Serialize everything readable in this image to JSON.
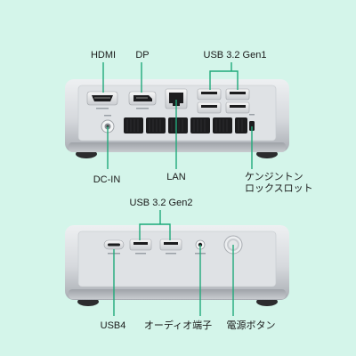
{
  "colors": {
    "background": "#d4f5ea",
    "leader": "#1faa7a",
    "body_light": "#e4e6e9",
    "body_dark": "#aeb2b8",
    "foot": "#2c2c2e"
  },
  "rear_panel": {
    "labels": {
      "hdmi": "HDMI",
      "dp": "DP",
      "usb_gen1": "USB 3.2 Gen1",
      "dc_in": "DC-IN",
      "lan": "LAN",
      "kensington": "ケンジントン\nロックスロット"
    }
  },
  "front_panel": {
    "labels": {
      "usb_gen2": "USB 3.2 Gen2",
      "usb4": "USB4",
      "audio": "オーディオ端子",
      "power": "電源ボタン"
    }
  }
}
